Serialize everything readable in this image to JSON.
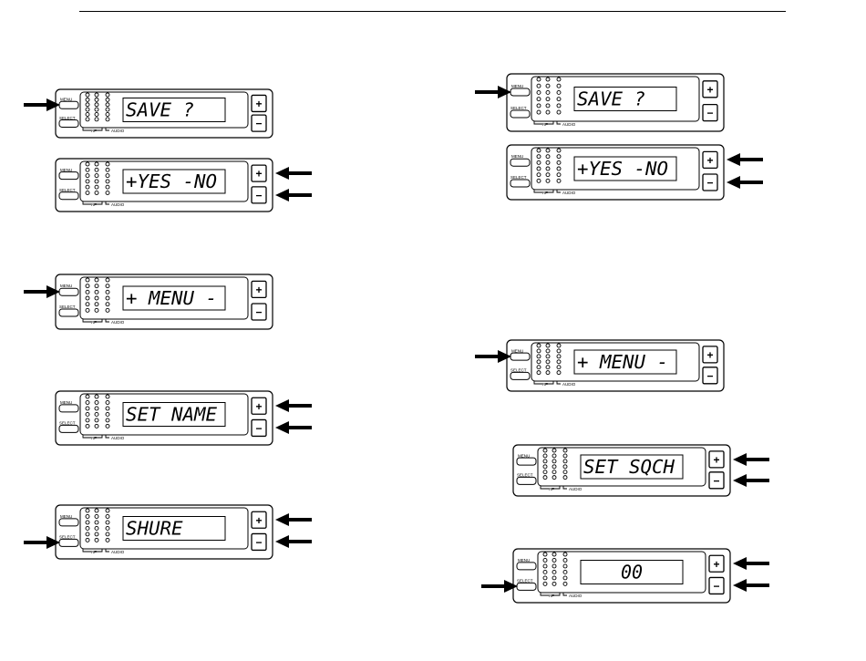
{
  "panels": [
    {
      "id": "left-1",
      "display": "SAVE ?",
      "arrows": [
        "menu"
      ]
    },
    {
      "id": "left-2",
      "display": "+YES -NO",
      "arrows": [
        "plus",
        "minus"
      ]
    },
    {
      "id": "left-3",
      "display": "+ MENU -",
      "arrows": [
        "menu"
      ]
    },
    {
      "id": "left-4",
      "display": "SET NAME",
      "arrows": [
        "plus",
        "minus"
      ]
    },
    {
      "id": "left-5",
      "display": "SHURE",
      "arrows": [
        "plus",
        "minus",
        "select"
      ]
    },
    {
      "id": "right-1",
      "display": "SAVE ?",
      "arrows": [
        "menu"
      ]
    },
    {
      "id": "right-2",
      "display": "+YES -NO",
      "arrows": [
        "plus",
        "minus"
      ]
    },
    {
      "id": "right-3",
      "display": "+ MENU -",
      "arrows": [
        "menu"
      ]
    },
    {
      "id": "right-4",
      "display": "SET SQCH",
      "arrows": [
        "plus",
        "minus"
      ]
    },
    {
      "id": "right-5",
      "display": "00",
      "arrows": [
        "plus",
        "minus",
        "select"
      ]
    }
  ],
  "unit_labels": {
    "menu": "MENU",
    "select": "SELECT",
    "rf": "RF",
    "audio": "AUDIO",
    "plus": "+",
    "minus": "−"
  }
}
